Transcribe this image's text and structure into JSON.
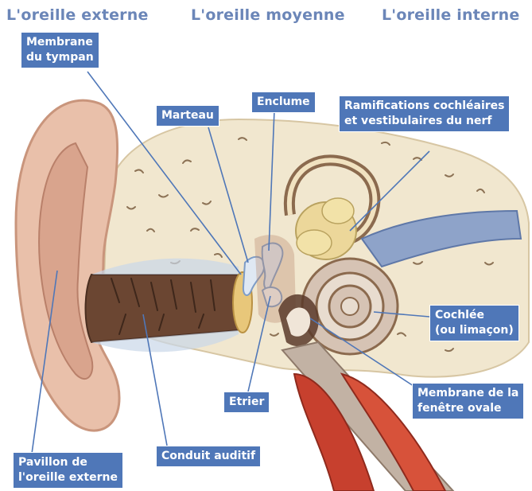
{
  "titles": {
    "outer": "L'oreille externe",
    "middle": "L'oreille moyenne",
    "inner": "L'oreille interne"
  },
  "labels": {
    "membrane_tympan": [
      "Membrane",
      "du tympan"
    ],
    "marteau": "Marteau",
    "enclume": "Enclume",
    "ramifications": [
      "Ramifications cochléaires",
      "et vestibulaires du nerf"
    ],
    "cochlee": [
      "Cochlée",
      "(ou limaçon)"
    ],
    "membrane_fenetre": [
      "Membrane de la",
      "fenêtre ovale"
    ],
    "etrier": "Etrier",
    "conduit": "Conduit auditif",
    "pavillon": [
      "Pavillon de",
      "l'oreille externe"
    ]
  },
  "colors": {
    "title": "#6b86b8",
    "label_bg": "#4f77b8",
    "skin": "#e9c0aa",
    "bone": "#f1e7cf",
    "canal": "#6b4632",
    "nerve": "#8ea3c9",
    "muscle": "#c7402e"
  }
}
